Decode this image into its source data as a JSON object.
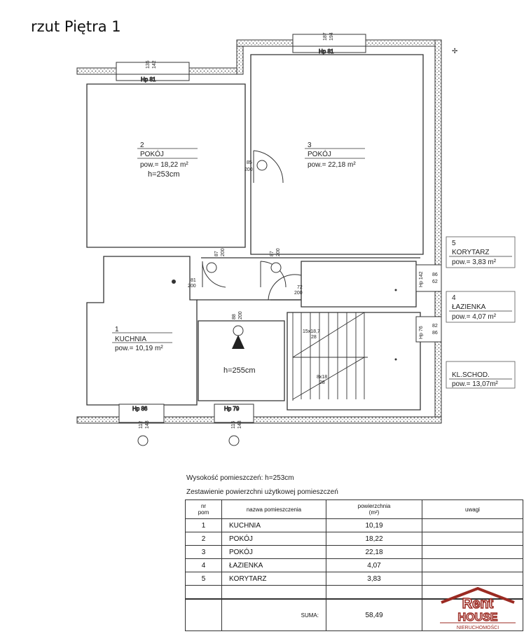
{
  "title": "rzut Piętra 1",
  "rooms": [
    {
      "number": "2",
      "name": "POKÓJ",
      "area": "pow.= 18,22 m²",
      "height": "h=253cm"
    },
    {
      "number": "3",
      "name": "POKÓJ",
      "area": "pow.= 22,18 m²"
    },
    {
      "number": "1",
      "name": "KUCHNIA",
      "area": "pow.= 10,19 m²",
      "height": "h=255cm"
    },
    {
      "number": "5",
      "name": "KORYTARZ",
      "area": "pow.= 3,83 m²"
    },
    {
      "number": "4",
      "name": "ŁAZIENKA",
      "area": "pow.= 4,07 m²"
    },
    {
      "number": "",
      "name": "KL.SCHOD.",
      "area": "pow.= 13,07m²"
    }
  ],
  "windows": {
    "w_room2": {
      "label": "Hp 81",
      "dims": [
        "135",
        "142"
      ]
    },
    "w_room3": {
      "label": "Hp 81",
      "dims": [
        "187",
        "194"
      ]
    },
    "w_kitchen": {
      "label": "Hp 86",
      "dims": [
        "112",
        "143"
      ]
    },
    "w_hall": {
      "label": "Hp 79",
      "dims": [
        "116",
        "143"
      ]
    },
    "w_corr": {
      "label": "Hp 142",
      "dims": [
        "86",
        "62"
      ]
    },
    "w_bath": {
      "label": "Hp 76",
      "dims": [
        "82",
        "86"
      ]
    }
  },
  "doors": {
    "d_2_3": [
      "85",
      "200"
    ],
    "d_2": [
      "87",
      "200"
    ],
    "d_3": [
      "87",
      "200"
    ],
    "d_kitchen": [
      "81",
      "200"
    ],
    "d_corr": [
      "72",
      "200"
    ],
    "d_hall": [
      "88",
      "200"
    ]
  },
  "stairs": {
    "upper": [
      "15x18,7",
      "28"
    ],
    "lower": [
      "8x18",
      "28"
    ]
  },
  "summary": {
    "height_line": "Wysokość pomieszczeń: h=253cm",
    "table_title": "Zestawienie powierzchni użytkowej pomieszczeń",
    "headers": {
      "nr": "nr\npom",
      "name": "nazwa pomieszczenia",
      "area": "powierzchnia\n(m²)",
      "notes": "uwagi"
    },
    "rows": [
      {
        "nr": "1",
        "name": "KUCHNIA",
        "area": "10,19"
      },
      {
        "nr": "2",
        "name": "POKÓJ",
        "area": "18,22"
      },
      {
        "nr": "3",
        "name": "POKÓJ",
        "area": "22,18"
      },
      {
        "nr": "4",
        "name": "ŁAZIENKA",
        "area": "4,07"
      },
      {
        "nr": "5",
        "name": "KORYTARZ",
        "area": "3,83"
      }
    ],
    "sum_label": "SUMA:",
    "sum_value": "58,49"
  },
  "logo": {
    "line1": "Rent",
    "line2": "HOUSE",
    "line3": "NIERUCHOMOŚCI"
  },
  "colors": {
    "logo": "#9b2a22",
    "wall": "#3a3a3a"
  }
}
